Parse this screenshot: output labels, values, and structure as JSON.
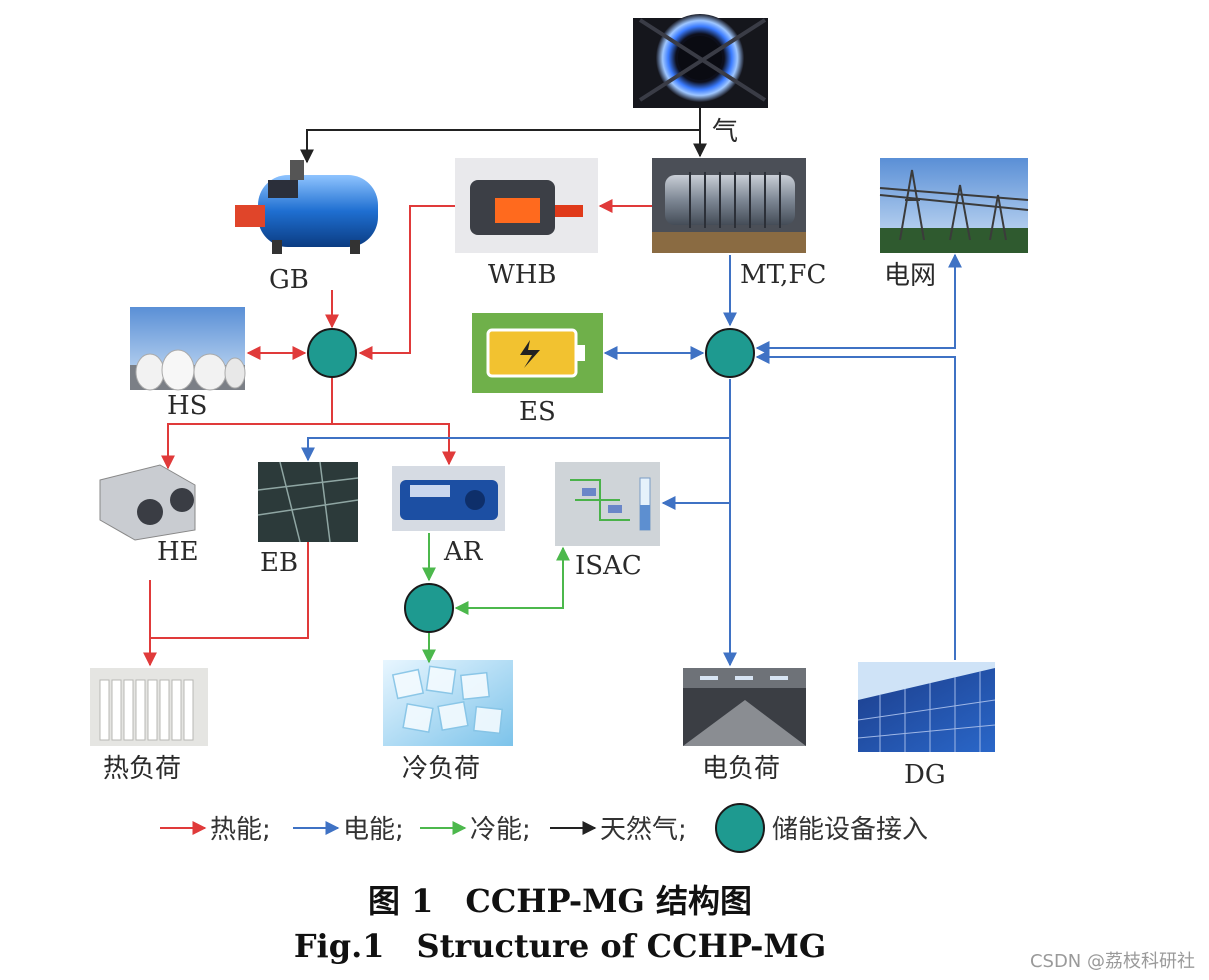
{
  "labels": {
    "gas": "气",
    "gb": "GB",
    "whb": "WHB",
    "mtfc": "MT,FC",
    "grid": "电网",
    "hs": "HS",
    "es": "ES",
    "he": "HE",
    "eb": "EB",
    "ar": "AR",
    "isac": "ISAC",
    "heat_load": "热负荷",
    "cold_load": "冷负荷",
    "elec_load": "电负荷",
    "dg": "DG"
  },
  "legend": {
    "heat": "热能;",
    "elec": "电能;",
    "cold": "冷能;",
    "gas": "天然气;",
    "storage": "储能设备接入"
  },
  "caption": {
    "cn": "图 1　CCHP-MG 结构图",
    "en": "Fig.1　Structure of CCHP-MG"
  },
  "watermark": "CSDN @荔枝科研社",
  "colors": {
    "heat": "#e03a3a",
    "elec": "#3f72c4",
    "cold": "#4cb84c",
    "gas": "#222222",
    "node": "#1e9a90"
  },
  "icons": {
    "flame": "gas-flame-icon",
    "boiler": "gas-boiler-icon",
    "whb": "waste-heat-boiler-icon",
    "turbine": "micro-turbine-icon",
    "grid": "power-grid-icon",
    "tanks": "heat-storage-tanks-icon",
    "battery": "battery-icon",
    "he": "heat-exchanger-icon",
    "eb": "electric-boiler-icon",
    "ar": "absorption-refrigerator-icon",
    "isac": "ice-storage-ac-icon",
    "radiator": "radiator-icon",
    "ice": "ice-cubes-icon",
    "hall": "electric-load-hall-icon",
    "solar": "solar-panel-icon"
  }
}
